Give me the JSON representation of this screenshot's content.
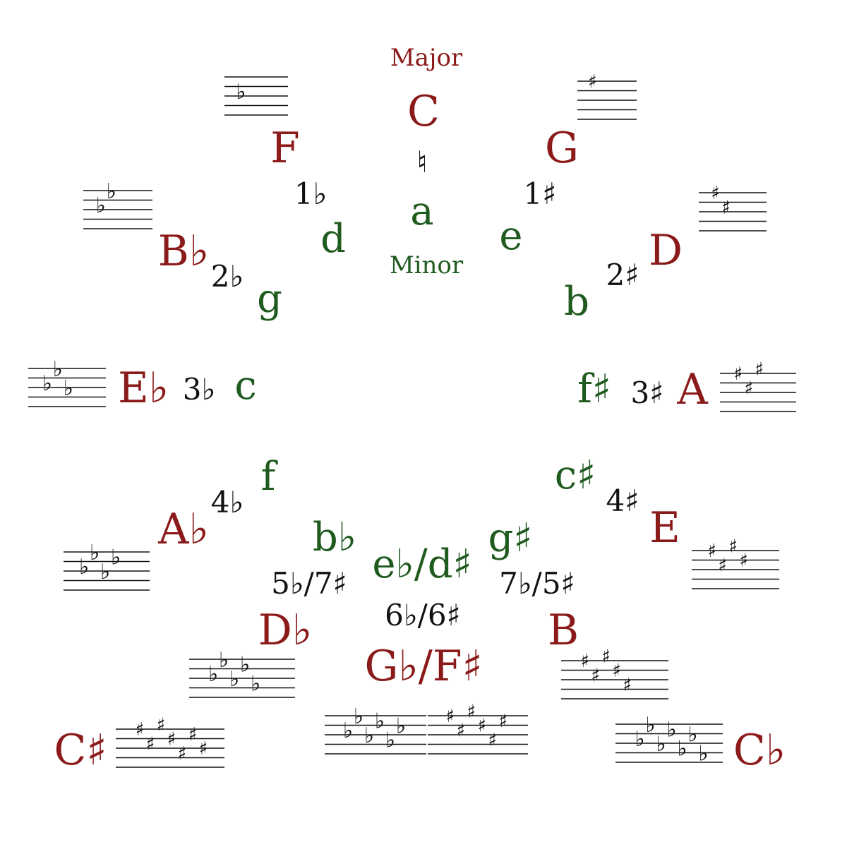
{
  "colors": {
    "major": "#8b1a1a",
    "minor": "#1f5a1f",
    "signature": "#111111",
    "staff": "#111111"
  },
  "labels": {
    "major": "Major",
    "minor": "Minor"
  },
  "major_keys": {
    "C": "C",
    "G": "G",
    "D": "D",
    "A": "A",
    "E": "E",
    "B": "B",
    "Gb_Fs": "G♭/F♯",
    "Db": "D♭",
    "Ab": "A♭",
    "Eb": "E♭",
    "Bb": "B♭",
    "F": "F",
    "Cs": "C♯",
    "Cb": "C♭"
  },
  "minor_keys": {
    "a": "a",
    "e": "e",
    "b": "b",
    "fs": "f♯",
    "cs": "c♯",
    "gs": "g♯",
    "eb_ds": "e♭/d♯",
    "bb": "b♭",
    "f": "f",
    "c": "c",
    "g": "g",
    "d": "d"
  },
  "signatures": {
    "natural": "♮",
    "s1": "1♯",
    "s2": "2♯",
    "s3": "3♯",
    "s4": "4♯",
    "s5": "7♭/5♯",
    "s6": "6♭/6♯",
    "f5": "5♭/7♯",
    "f4": "4♭",
    "f3": "3♭",
    "f2": "2♭",
    "f1": "1♭"
  },
  "staff_signatures": [
    {
      "name": "staff-G",
      "type": "sharp",
      "count": 1
    },
    {
      "name": "staff-D",
      "type": "sharp",
      "count": 2
    },
    {
      "name": "staff-A",
      "type": "sharp",
      "count": 3
    },
    {
      "name": "staff-E",
      "type": "sharp",
      "count": 4
    },
    {
      "name": "staff-B",
      "type": "sharp",
      "count": 5
    },
    {
      "name": "staff-Fs",
      "type": "sharp",
      "count": 6
    },
    {
      "name": "staff-Gb",
      "type": "flat",
      "count": 6
    },
    {
      "name": "staff-Cs",
      "type": "sharp",
      "count": 7
    },
    {
      "name": "staff-Cb",
      "type": "flat",
      "count": 7
    },
    {
      "name": "staff-Db",
      "type": "flat",
      "count": 5
    },
    {
      "name": "staff-Ab",
      "type": "flat",
      "count": 4
    },
    {
      "name": "staff-Eb",
      "type": "flat",
      "count": 3
    },
    {
      "name": "staff-Bb",
      "type": "flat",
      "count": 2
    },
    {
      "name": "staff-F",
      "type": "flat",
      "count": 1
    }
  ]
}
